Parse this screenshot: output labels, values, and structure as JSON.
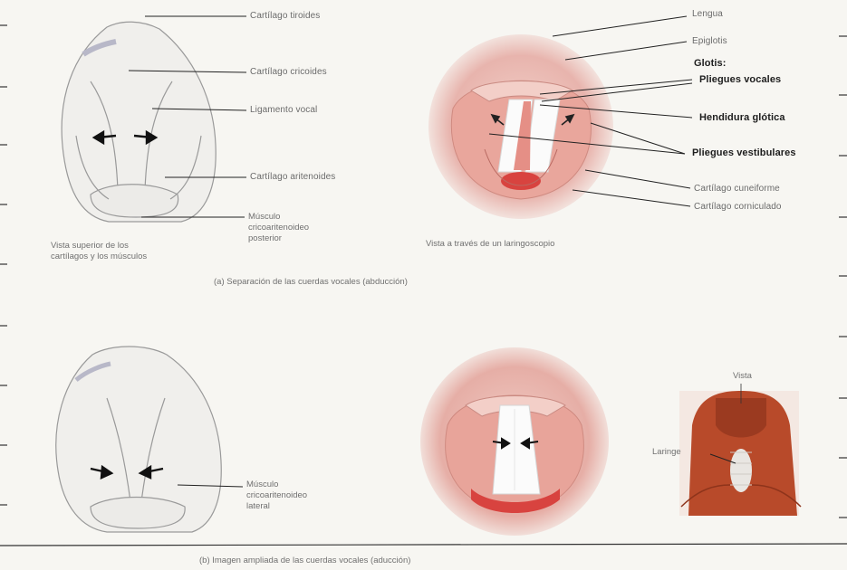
{
  "figure_a": {
    "left_labels": {
      "thyroid": "Cartílago tiroides",
      "cricoid": "Cartílago cricoides",
      "vocal_ligament": "Ligamento vocal",
      "arytenoid": "Cartílago aritenoides",
      "muscle_posterior": "Músculo cricoaritenoideo posterior"
    },
    "left_caption": "Vista superior de los cartílagos y los músculos",
    "right_labels": {
      "tongue": "Lengua",
      "epiglottis": "Epiglotis",
      "glottis": "Glotis:",
      "vocal_folds": "Pliegues vocales",
      "rima_glottidis": "Hendidura glótica",
      "vestibular_folds": "Pliegues vestibulares",
      "cuneiform": "Cartílago cuneiforme",
      "corniculate": "Cartílago corniculado"
    },
    "right_caption": "Vista a través de un laringoscopio",
    "caption": "(a) Separación de las cuerdas vocales (abducción)"
  },
  "figure_b": {
    "muscle_lateral": "Músculo cricoaritenoideo lateral",
    "inset_view": "Vista",
    "inset_larynx": "Laringe",
    "caption": "(b) Imagen ampliada de las cuerdas vocales (aducción)"
  },
  "colors": {
    "line": "#222222",
    "tissue": "#e8b4ad",
    "tissue_dark": "#c9827b",
    "red": "#d8433f",
    "neck": "#b84a2a"
  }
}
